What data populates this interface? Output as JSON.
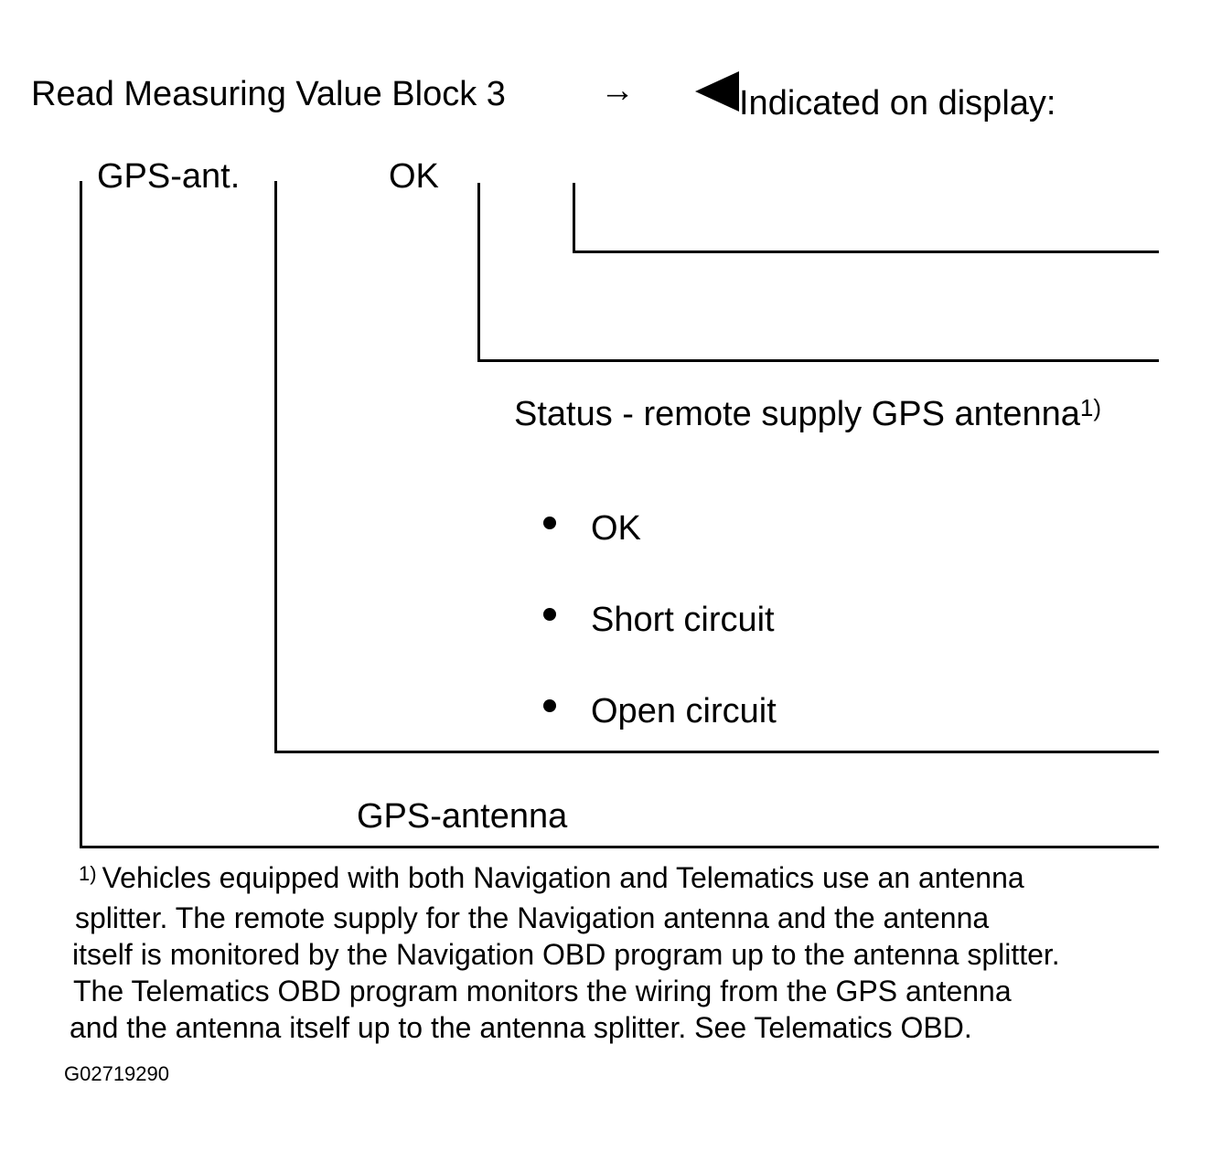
{
  "header": {
    "instruction": "Read Measuring Value Block 3",
    "arrow_symbol": "→",
    "indicated_label": "Indicated on display:"
  },
  "display_fields": {
    "field1": "GPS-ant.",
    "field2": "OK"
  },
  "status": {
    "label": "Status - remote supply GPS antenna",
    "footnote_ref": "1)",
    "options": [
      "OK",
      "Short circuit",
      "Open circuit"
    ]
  },
  "component_label": "GPS-antenna",
  "footnote": {
    "mark": "1)",
    "lines": [
      "Vehicles equipped with both Navigation and Telematics use an antenna",
      "splitter. The remote supply for the Navigation antenna and the antenna",
      "itself is monitored by the Navigation OBD program up to the antenna splitter.",
      "The Telematics OBD program monitors the wiring from the GPS antenna",
      "and the antenna itself up to the antenna splitter. See Telematics OBD."
    ]
  },
  "figure_id": "G02719290"
}
